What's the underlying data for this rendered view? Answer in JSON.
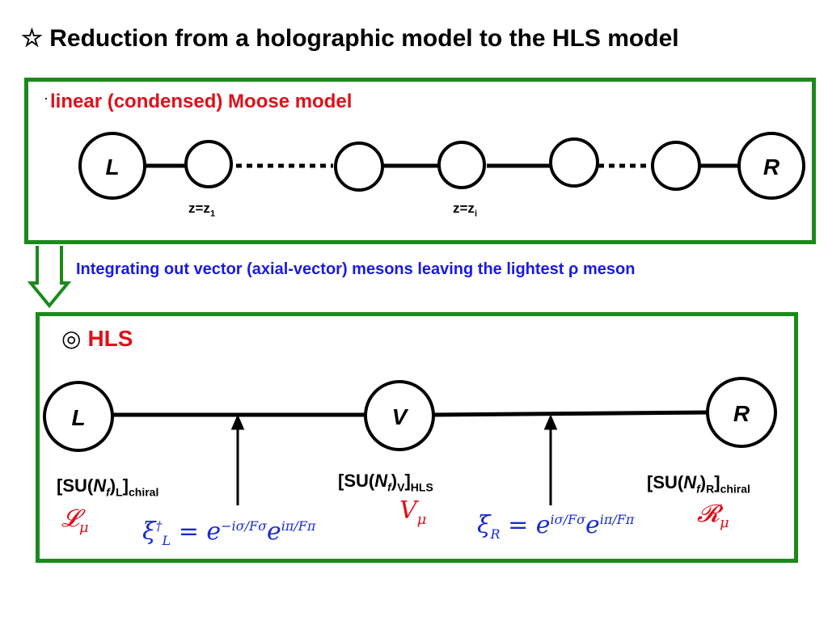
{
  "title": "☆ Reduction from a holographic model to the HLS model",
  "moose": {
    "bullet": "·",
    "label": "linear (condensed) Moose model",
    "node_left": "L",
    "node_right": "R",
    "z1_main": "z=z",
    "z1_sub": "1",
    "zi_main": "z=z",
    "zi_sub": "i"
  },
  "integrating": {
    "text": "Integrating out vector (axial-vector) mesons leaving the lightest ρ meson"
  },
  "hls": {
    "marker": "◎",
    "label": "HLS",
    "node_left": "L",
    "node_center": "V",
    "node_right": "R",
    "group_left_pre": "[SU(",
    "group_left_nf": "N",
    "group_left_f": "f",
    "group_left_close": ")",
    "group_left_sub": "L",
    "group_left_end": "]",
    "group_left_sub2": "chiral",
    "group_center_pre": "[SU(",
    "group_center_nf": "N",
    "group_center_f": "f",
    "group_center_close": ")",
    "group_center_sub": "V",
    "group_center_end": "]",
    "group_center_sub2": "HLS",
    "group_right_pre": "[SU(",
    "group_right_nf": "N",
    "group_right_f": "f",
    "group_right_close": ")",
    "group_right_sub": "R",
    "group_right_end": "]",
    "group_right_sub2": "chiral",
    "field_left": "𝓛",
    "field_left_sub": "μ",
    "field_center": "V",
    "field_center_sub": "μ",
    "field_right": "𝓡",
    "field_right_sub": "μ",
    "xi_left_main": "ξ",
    "xi_left_sup": "†",
    "xi_left_sub": "L",
    "xi_left_eq": " = e",
    "xi_left_exp1": "−iσ/Fσ",
    "xi_left_e2": "e",
    "xi_left_exp2": "iπ/Fπ",
    "xi_right_main": "ξ",
    "xi_right_sub": "R",
    "xi_right_eq": " = e",
    "xi_right_exp1": "iσ/Fσ",
    "xi_right_e2": "e",
    "xi_right_exp2": "iπ/Fπ"
  },
  "colors": {
    "box_border": "#1a8a1a",
    "red": "#e0101a",
    "blue": "#1a1ae0"
  }
}
